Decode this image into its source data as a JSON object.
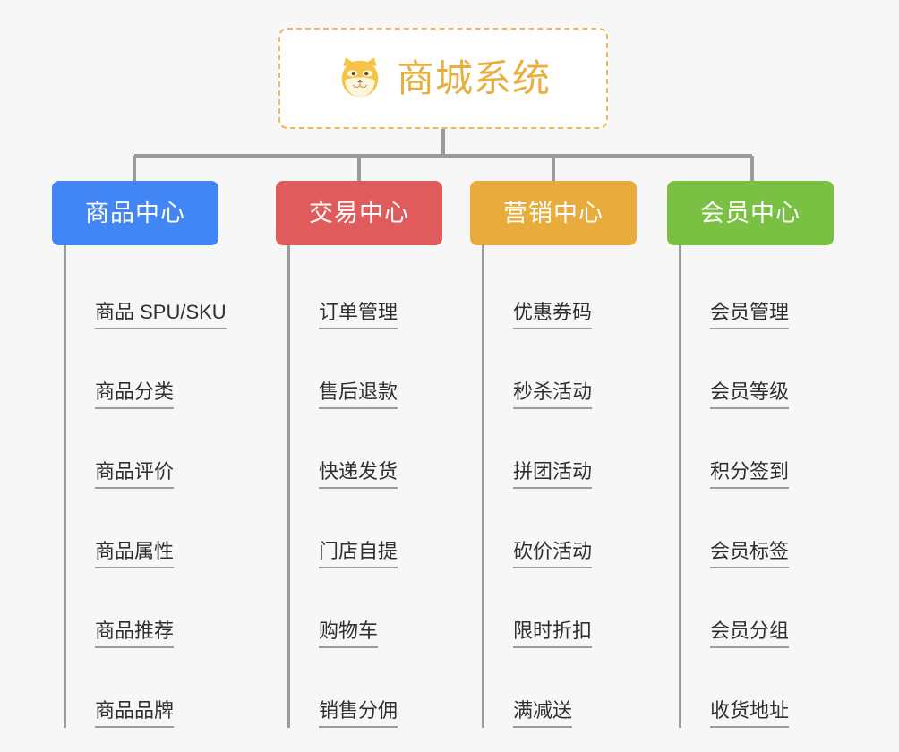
{
  "diagram": {
    "type": "mindmap-tree",
    "background_color": "#f7f7f7",
    "root": {
      "title": "商城系统",
      "icon": "shiba-dog-face-icon",
      "text_color": "#e8ae3e",
      "border_color": "#eab860",
      "background_color": "#ffffff"
    },
    "connector_color": "#9b9b9b",
    "categories": [
      {
        "label": "商品中心",
        "color": "#4285f4",
        "items": [
          "商品 SPU/SKU",
          "商品分类",
          "商品评价",
          "商品属性",
          "商品推荐",
          "商品品牌"
        ]
      },
      {
        "label": "交易中心",
        "color": "#e05c5c",
        "items": [
          "订单管理",
          "售后退款",
          "快递发货",
          "门店自提",
          "购物车",
          "销售分佣"
        ]
      },
      {
        "label": "营销中心",
        "color": "#e8ab3c",
        "items": [
          "优惠券码",
          "秒杀活动",
          "拼团活动",
          "砍价活动",
          "限时折扣",
          "满减送"
        ]
      },
      {
        "label": "会员中心",
        "color": "#7ac143",
        "items": [
          "会员管理",
          "会员等级",
          "积分签到",
          "会员标签",
          "会员分组",
          "收货地址"
        ]
      }
    ]
  }
}
